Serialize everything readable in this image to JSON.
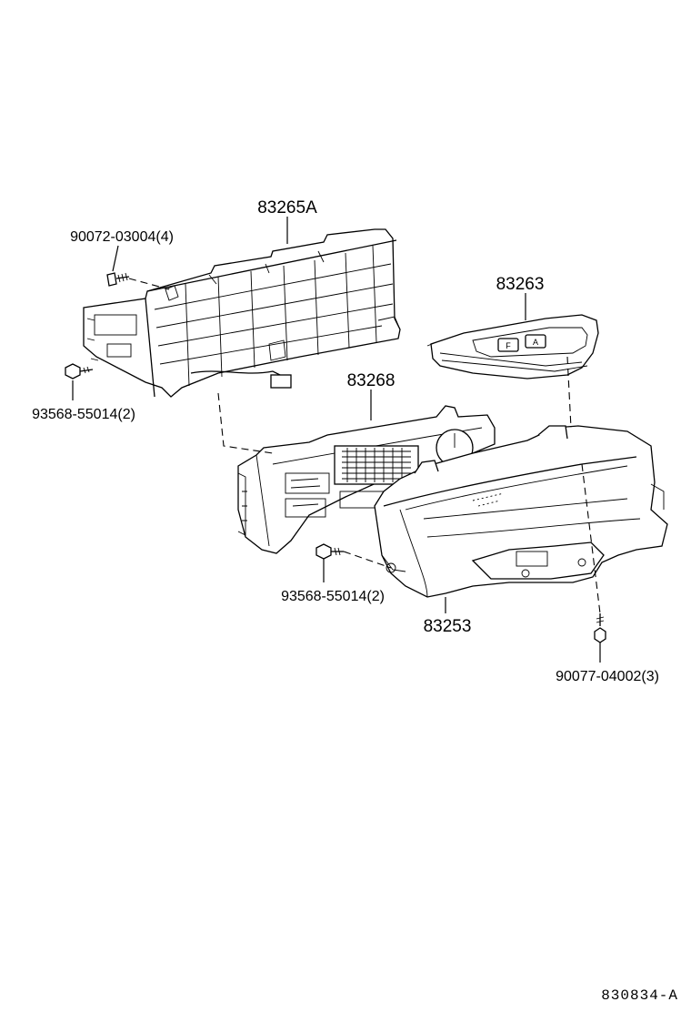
{
  "diagram": {
    "parts": {
      "p83265A": "83265A",
      "p83263": "83263",
      "p83268": "83268",
      "p83253": "83253"
    },
    "fasteners": {
      "screw_top": "90072-03004(4)",
      "screw_left": "93568-55014(2)",
      "screw_mid": "93568-55014(2)",
      "screw_right": "90077-04002(3)"
    },
    "reference_code": "830834-A"
  }
}
